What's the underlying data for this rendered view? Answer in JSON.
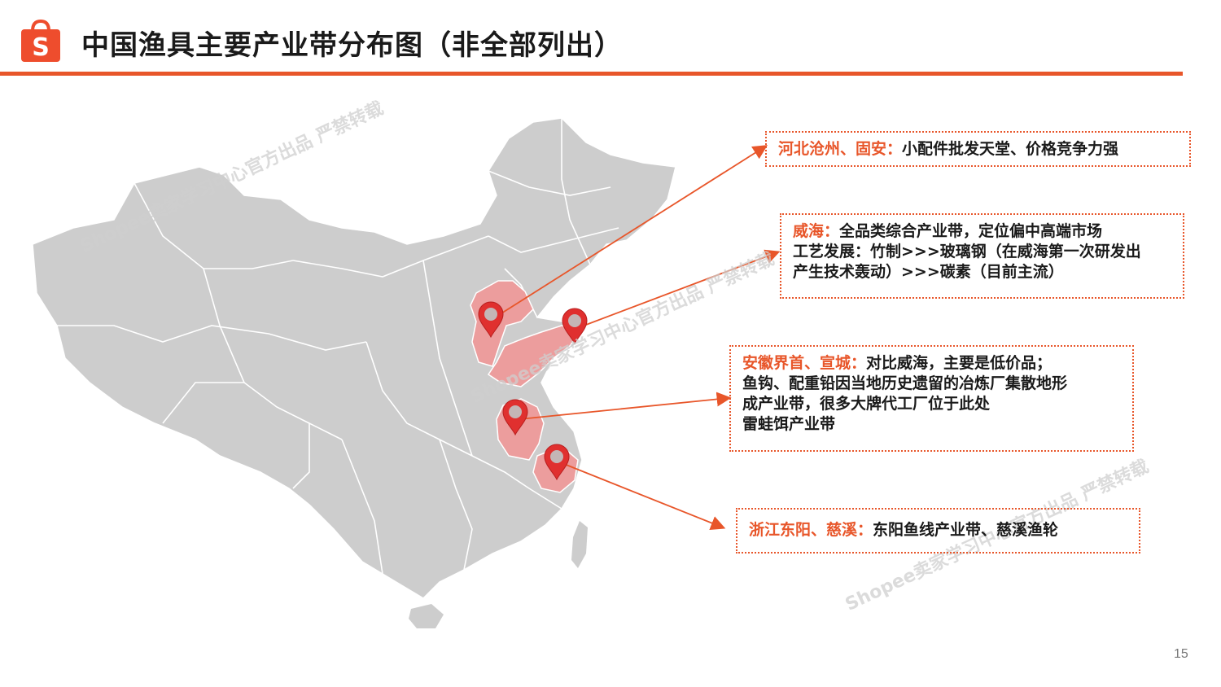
{
  "header": {
    "title": "中国渔具主要产业带分布图（非全部列出）",
    "logo_letter": "S"
  },
  "page_number": "15",
  "watermarks": [
    "Shopee卖家学习中心官方出品 严禁转载",
    "Shopee卖家学习中心官方出品 严禁转载",
    "Shopee卖家学习中心官方出品 严禁转载"
  ],
  "callouts": [
    {
      "highlight": "河北沧州、固安：",
      "lines": [
        "小配件批发天堂、价格竞争力强"
      ]
    },
    {
      "highlight": "威海：",
      "lines": [
        "全品类综合产业带，定位偏中高端市场",
        "工艺发展：竹制>>>玻璃钢（在威海第一次研发出",
        "产生技术轰动）>>>碳素（目前主流）"
      ]
    },
    {
      "highlight": "安徽界首、宣城：",
      "lines": [
        "对比威海，主要是低价品；",
        "鱼钩、配重铅因当地历史遗留的冶炼厂集散地形",
        "成产业带，很多大牌代工厂位于此处",
        "雷蛙饵产业带"
      ]
    },
    {
      "highlight": "浙江东阳、慈溪：",
      "lines": [
        "东阳鱼线产业带、慈溪渔轮"
      ]
    }
  ],
  "colors": {
    "accent": "#e8562a",
    "map_gray": "#cdcdcd",
    "highlight_region": "#ec9d9d",
    "pin": "#e0302f"
  }
}
